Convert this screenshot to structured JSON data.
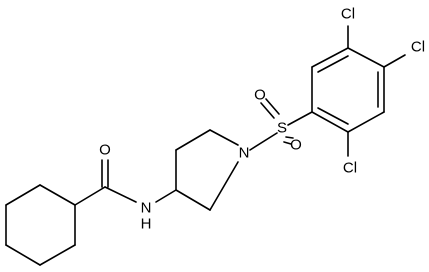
{
  "atoms": {
    "oxygen_carbonyl": "O",
    "amide_nitrogen": "N",
    "amide_hydrogen": "H",
    "piperidine_nitrogen": "N",
    "sulfur": "S",
    "sulfonyl_oxygen_top": "O",
    "sulfonyl_oxygen_bottom": "O",
    "chlorine_top": "Cl",
    "chlorine_right": "Cl",
    "chlorine_bottom": "Cl"
  }
}
